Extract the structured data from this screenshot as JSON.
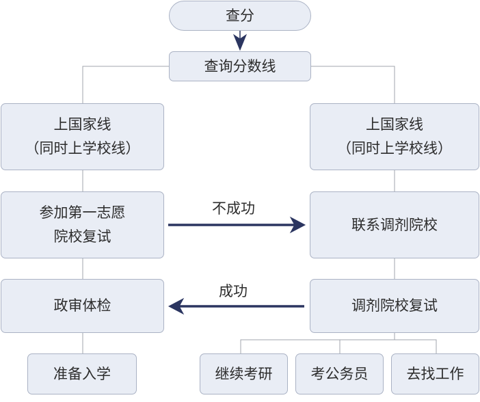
{
  "nodes": {
    "check_score": {
      "text": "查分"
    },
    "check_cutoff": {
      "text": "查询分数线"
    },
    "left_national": {
      "line1": "上国家线",
      "line2": "（同时上学校线）"
    },
    "right_national": {
      "line1": "上国家线",
      "line2": "（同时上学校线）"
    },
    "first_choice": {
      "line1": "参加第一志愿",
      "line2": "院校复试"
    },
    "contact_transfer": {
      "text": "联系调剂院校"
    },
    "political_exam": {
      "text": "政审体检"
    },
    "transfer_retest": {
      "text": "调剂院校复试"
    },
    "enroll": {
      "text": "准备入学"
    },
    "continue_exam": {
      "text": "继续考研"
    },
    "civil_service": {
      "text": "考公务员"
    },
    "find_job": {
      "text": "去找工作"
    }
  },
  "edges": {
    "fail_label": "不成功",
    "success_label": "成功"
  },
  "colors": {
    "node_fill": "#e9edf5",
    "node_border": "#aab2c4",
    "connector": "#a0a4ac",
    "arrow": "#2b3560",
    "text": "#2c2c2c"
  }
}
